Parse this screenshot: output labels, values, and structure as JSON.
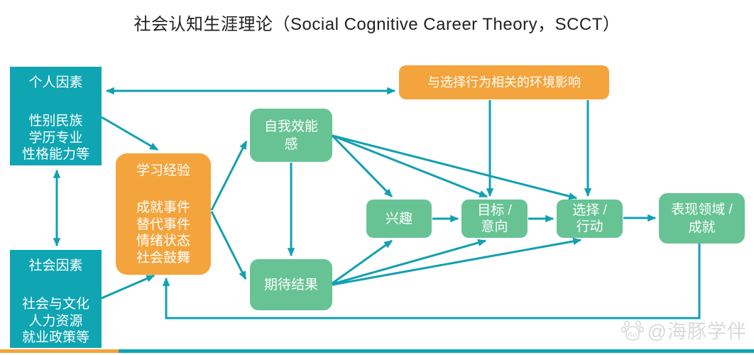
{
  "title": "社会认知生涯理论（Social Cognitive Career Theory，SCCT）",
  "nodes": {
    "personal_factors": {
      "title": "个人因素",
      "lines": [
        "性别民族",
        "学历专业",
        "性格能力等"
      ]
    },
    "social_factors": {
      "title": "社会因素",
      "lines": [
        "社会与文化",
        "人力资源",
        "就业政策等"
      ]
    },
    "learning_experience": {
      "title": "学习经验",
      "lines": [
        "成就事件",
        "替代事件",
        "情绪状态",
        "社会鼓舞"
      ]
    },
    "environment_influence": {
      "label": "与选择行为相关的环境影响"
    },
    "self_efficacy": {
      "lines": [
        "自我效能",
        "感"
      ]
    },
    "outcome_expectation": {
      "label": "期待结果"
    },
    "interest": {
      "label": "兴趣"
    },
    "goal_intention": {
      "lines": [
        "目标 /",
        "意向"
      ]
    },
    "choice_action": {
      "lines": [
        "选择 /",
        "行动"
      ]
    },
    "performance_achievement": {
      "lines": [
        "表现领域 /",
        "成就"
      ]
    }
  },
  "edges": [
    {
      "from": "personal_factors",
      "to": "environment_influence",
      "type": "bidirectional"
    },
    {
      "from": "personal_factors",
      "to": "social_factors",
      "type": "bidirectional"
    },
    {
      "from": "personal_factors",
      "to": "learning_experience",
      "type": "arrow"
    },
    {
      "from": "social_factors",
      "to": "learning_experience",
      "type": "arrow"
    },
    {
      "from": "learning_experience",
      "to": "self_efficacy",
      "type": "arrow"
    },
    {
      "from": "learning_experience",
      "to": "outcome_expectation",
      "type": "arrow"
    },
    {
      "from": "self_efficacy",
      "to": "outcome_expectation",
      "type": "arrow"
    },
    {
      "from": "self_efficacy",
      "to": "interest",
      "type": "arrow"
    },
    {
      "from": "self_efficacy",
      "to": "goal_intention",
      "type": "arrow"
    },
    {
      "from": "self_efficacy",
      "to": "choice_action",
      "type": "arrow"
    },
    {
      "from": "outcome_expectation",
      "to": "interest",
      "type": "arrow"
    },
    {
      "from": "outcome_expectation",
      "to": "goal_intention",
      "type": "arrow"
    },
    {
      "from": "outcome_expectation",
      "to": "choice_action",
      "type": "arrow"
    },
    {
      "from": "interest",
      "to": "goal_intention",
      "type": "arrow"
    },
    {
      "from": "goal_intention",
      "to": "choice_action",
      "type": "arrow"
    },
    {
      "from": "choice_action",
      "to": "performance_achievement",
      "type": "arrow"
    },
    {
      "from": "environment_influence",
      "to": "goal_intention",
      "type": "arrow"
    },
    {
      "from": "environment_influence",
      "to": "choice_action",
      "type": "arrow"
    },
    {
      "from": "performance_achievement",
      "to": "learning_experience",
      "type": "feedback-arrow"
    }
  ],
  "colors": {
    "teal_box": "#0FA5B2",
    "green_box": "#67C394",
    "orange_box": "#F4A43C",
    "arrow": "#12A0B0",
    "watermark": "#d9d9d9"
  },
  "watermark": {
    "handle": "@海豚学伴",
    "icon_text": "du"
  }
}
